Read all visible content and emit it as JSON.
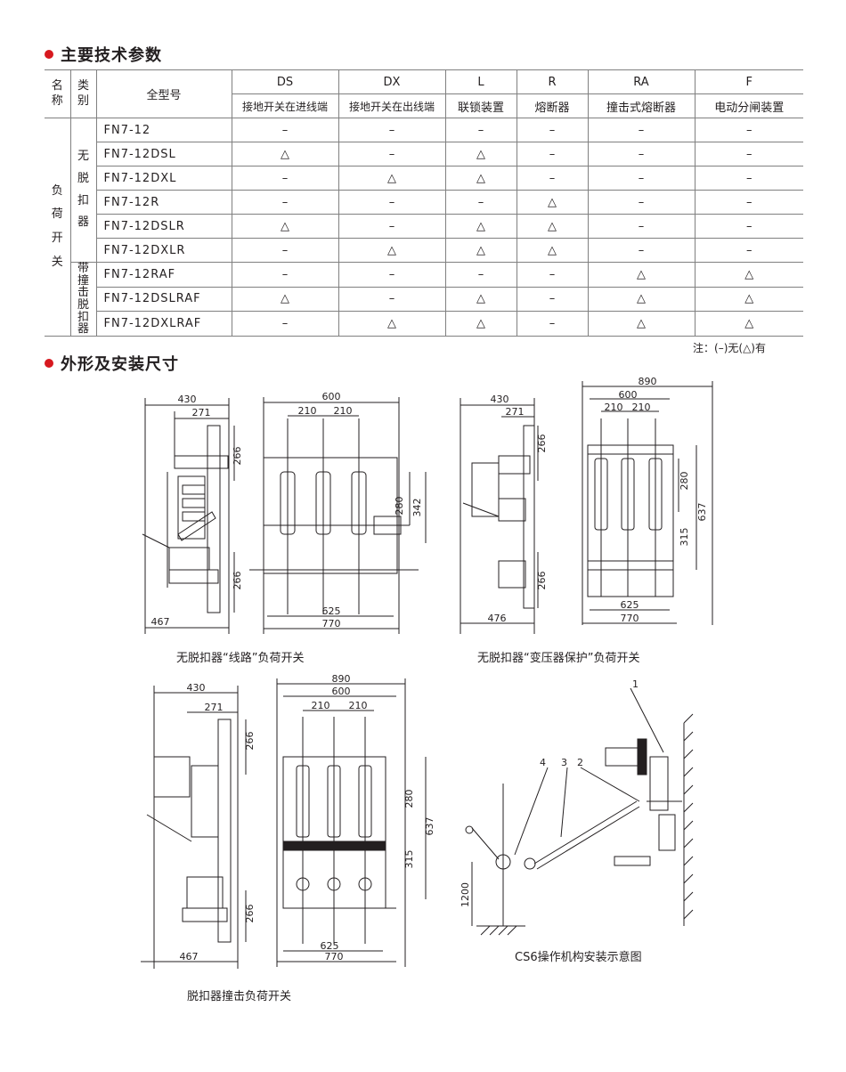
{
  "section1": {
    "title": "主要技术参数"
  },
  "table": {
    "col_name": "名称",
    "col_type": "类别",
    "col_model": "全型号",
    "codes": [
      "DS",
      "DX",
      "L",
      "R",
      "RA",
      "F"
    ],
    "code_desc": [
      "接地开关在进线端",
      "接地开关在出线端",
      "联锁装置",
      "熔断器",
      "撞击式熔断器",
      "电动分闸装置"
    ],
    "name_value": "负荷开关",
    "group1_label": "无脱扣器",
    "group2_label": "带撞击脱扣器",
    "rows": [
      {
        "model": "FN7-12",
        "values": [
          "–",
          "–",
          "–",
          "–",
          "–",
          "–"
        ]
      },
      {
        "model": "FN7-12DSL",
        "values": [
          "△",
          "–",
          "△",
          "–",
          "–",
          "–"
        ]
      },
      {
        "model": "FN7-12DXL",
        "values": [
          "–",
          "△",
          "△",
          "–",
          "–",
          "–"
        ]
      },
      {
        "model": "FN7-12R",
        "values": [
          "–",
          "–",
          "–",
          "△",
          "–",
          "–"
        ]
      },
      {
        "model": "FN7-12DSLR",
        "values": [
          "△",
          "–",
          "△",
          "△",
          "–",
          "–"
        ]
      },
      {
        "model": "FN7-12DXLR",
        "values": [
          "–",
          "△",
          "△",
          "△",
          "–",
          "–"
        ]
      },
      {
        "model": "FN7-12RAF",
        "values": [
          "–",
          "–",
          "–",
          "–",
          "△",
          "△"
        ]
      },
      {
        "model": "FN7-12DSLRAF",
        "values": [
          "△",
          "–",
          "△",
          "–",
          "△",
          "△"
        ]
      },
      {
        "model": "FN7-12DXLRAF",
        "values": [
          "–",
          "△",
          "△",
          "–",
          "△",
          "△"
        ]
      }
    ],
    "note": "注：(–)无(△)有"
  },
  "section2": {
    "title": "外形及安装尺寸"
  },
  "drawings": {
    "d1": {
      "caption": "无脱扣器“线路”负荷开关",
      "dims": {
        "w430": "430",
        "w271": "271",
        "h266a": "266",
        "h266b": "266",
        "w467": "467",
        "w600": "600",
        "w210a": "210",
        "w210b": "210",
        "h280": "280",
        "h342": "342",
        "w625": "625",
        "w770": "770"
      }
    },
    "d2": {
      "caption": "无脱扣器“变压器保护”负荷开关",
      "dims": {
        "w430": "430",
        "w271": "271",
        "h266a": "266",
        "h266b": "266",
        "w476": "476",
        "w890": "890",
        "w600": "600",
        "w210a": "210",
        "w210b": "210",
        "h280": "280",
        "h637": "637",
        "h315": "315",
        "w625": "625",
        "w770": "770"
      }
    },
    "d3": {
      "caption": "脱扣器撞击负荷开关",
      "dims": {
        "w430": "430",
        "w271": "271",
        "h266a": "266",
        "h266b": "266",
        "w467": "467",
        "w890": "890",
        "w600": "600",
        "w210a": "210",
        "w210b": "210",
        "h280": "280",
        "h637": "637",
        "h315": "315",
        "w625": "625",
        "w770": "770"
      }
    },
    "d4": {
      "caption": "CS6操作机构安装示意图",
      "labels": {
        "l1": "1",
        "l2": "2",
        "l3": "3",
        "l4": "4",
        "h1200": "1200"
      }
    }
  },
  "colors": {
    "accent": "#d7191f"
  }
}
